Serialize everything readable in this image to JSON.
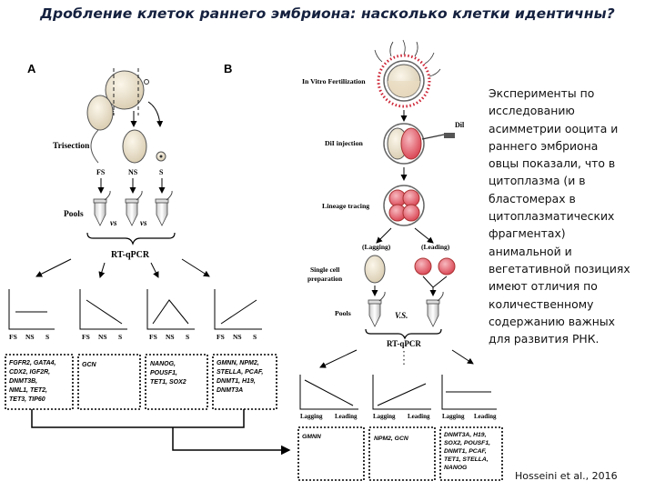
{
  "title": "Дробление клеток раннего эмбриона: насколько клетки идентичны?",
  "panel_a": {
    "label": "A",
    "trisection": "Trisection",
    "pools": "Pools",
    "cats": [
      "FS",
      "NS",
      "S"
    ],
    "vs1": "vs",
    "vs2": "vs",
    "rtqpcr": "RT-qPCR",
    "graph_axis": [
      "FS",
      "NS",
      "S"
    ],
    "boxes": [
      [
        "FGFR2, GATA4,",
        "CDX2, IGF2R,",
        "DNMT3B,",
        "NML1, TET2,",
        "TET3, TIP60"
      ],
      [
        "GCN"
      ],
      [
        "NANOG,",
        "POUSF1,",
        "TET1, SOX2"
      ],
      [
        "GMNN, NPM2,",
        "STELLA, PCAF,",
        "DNMT1, H19,",
        "DNMT3A"
      ]
    ]
  },
  "panel_b": {
    "label": "B",
    "ivf": "In Vitro Fertilization",
    "dil_injection": "DiI injection",
    "dil": "Dil",
    "lineage": "Lineage tracing",
    "lagging_paren": "(Lagging)",
    "leading_paren": "(Leading)",
    "single_cell_1": "Single cell",
    "single_cell_2": "preparation",
    "pools": "Pools",
    "vs": "V.S.",
    "rtqpcr": "RT-qPCR",
    "graph_axis": [
      "Lagging",
      "Leading"
    ],
    "boxes": [
      [
        "GMNN"
      ],
      [
        "NPM2, GCN"
      ],
      [
        "DNMT3A, H19,",
        "SOX2, POUSF1,",
        "DNMT1, PCAF,",
        "TET1, STELLA,",
        "NANOG"
      ]
    ]
  },
  "description_lines": [
    "Эксперименты по",
    "исследованию",
    "асимметрии ооцита и",
    "раннего эмбриона",
    "овцы показали, что в",
    "цитоплазма (и в",
    "бластомерах в",
    "цитоплазматических",
    "фрагментах)",
    "анимальной и",
    "вегетативной позициях",
    "имеют отличия по",
    "количественному",
    "содержанию важных",
    "для развития РНК."
  ],
  "citation": "Hosseini et al., 2016",
  "colors": {
    "title": "#15213f",
    "egg": "#ece3cf",
    "red_cell": "#e05566",
    "red_cell_light": "#f3a9b0"
  }
}
